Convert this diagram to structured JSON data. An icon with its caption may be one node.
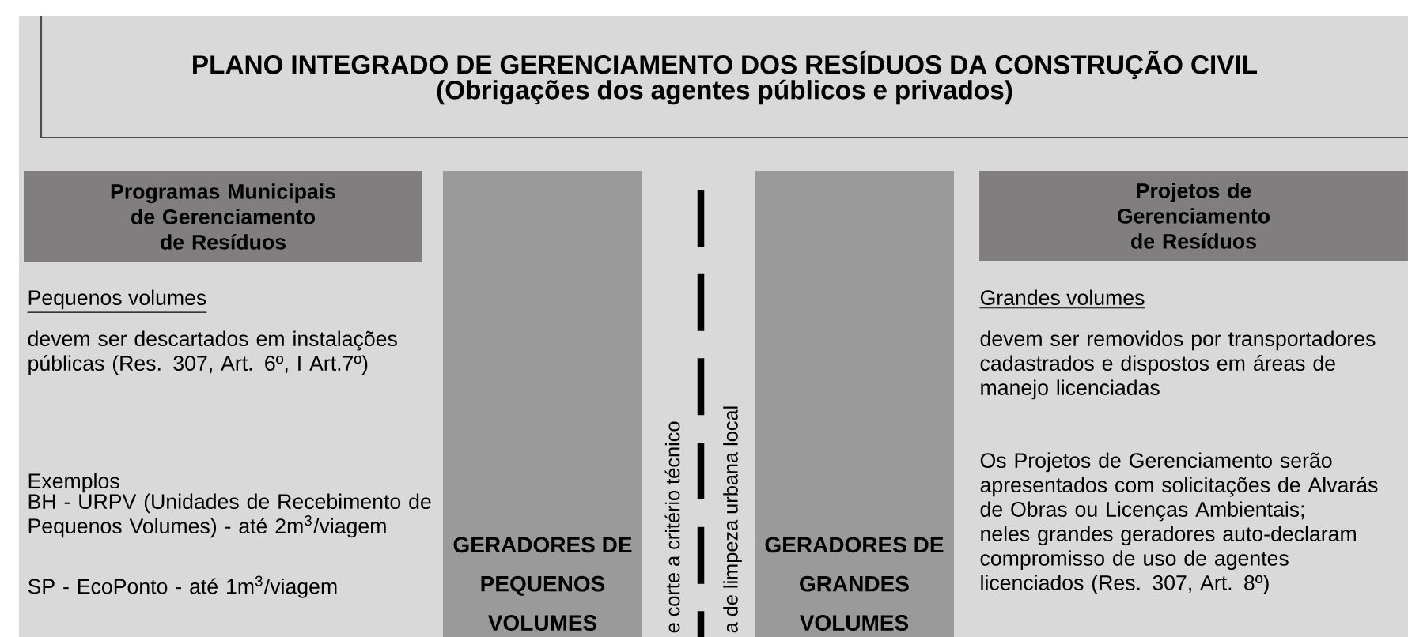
{
  "diagram": {
    "nodes": [
      {
        "text": [
          "PLANO INTEGRADO DE GERENCIAMENTO DOS RESÍDUOS DA CONSTRUÇÃO CIVIL",
          "(Obrigações dos agentes públicos e privados)"
        ]
      },
      {
        "text": [
          "Programas Municipais de Gerenciamento de Resíduos"
        ]
      },
      {
        "text": [
          "GERADORES DE PEQUENOS VOLUMES"
        ]
      },
      {
        "text": [
          "GERADORES DE GRANDES VOLUMES"
        ]
      },
      {
        "text": [
          "Projetos de Gerenciamento de Resíduos"
        ]
      }
    ],
    "labels": [
      "Pequenos volumes",
      "devem ser descartados em instalações públicas (Res. 307, Art. 6º, I Art.7º)",
      "Exemplos",
      "BH - URPV (Unidades de Recebimento de Pequenos Volumes) - até 2m$^{3}$/viagem",
      "SP - EcoPonto - até 1m$^{3}$/viagem",
      "e corte a critério técnico",
      "a de limpeza urbana local",
      "Grandes volumes",
      "devem ser removidos por transportadores cadastrados e dispostos em áreas de manejo licenciadas",
      "Os Projetos de Gerenciamento serão apresentados com solicitações de Alvarás de Obras ou Licenças Ambientais; neles grandes geradores auto-declaram compromisso de uso de agentes licenciados (Res. 307, Art. 8º)"
    ]
  }
}
